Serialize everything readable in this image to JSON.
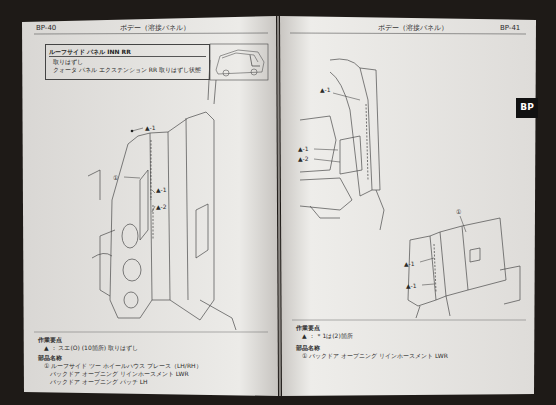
{
  "diagram": {
    "nodes": [
      {
        "text": [
          "ルーフサイド パネル INN RR",
          "取りはずし",
          "クォータ パネル エクステンション RR 取りはずし状態"
        ]
      },
      {
        "text": [
          "BP"
        ]
      }
    ],
    "labels": [
      "BP-40",
      "ボデー（溶接パネル）",
      "ボデー（溶接パネル）",
      "BP-41",
      "▲-1",
      "①",
      "▲-1",
      "▲-2",
      "▲-1",
      "▲-1",
      "▲-2",
      "▲-1",
      "▲-1",
      "①",
      "作業要点",
      "▲ ： スエ(O) (10箇所) 取りはずし",
      "部品名称",
      "① ルーフサイド ツー ホイールハウス ブレース（LH/RH）",
      "バックドア オープニング リインホースメント LWR",
      "バックドア オープニング パッチ LH",
      "作業要点",
      "▲ ： ＊1は(2)箇所",
      "部品名称",
      "① バックドア オープニング リインホースメント LWR"
    ]
  }
}
